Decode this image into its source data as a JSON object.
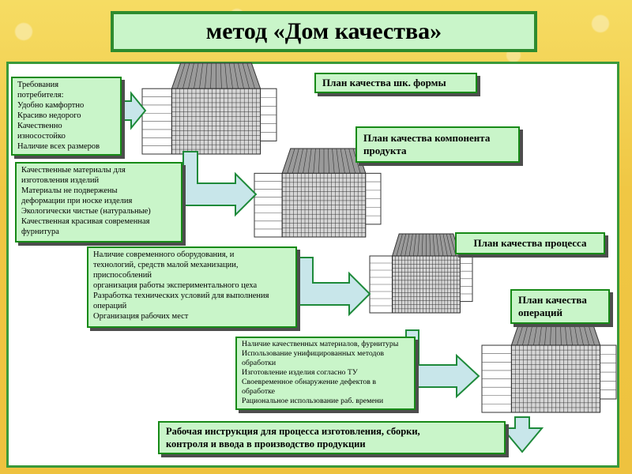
{
  "title": "метод «Дом качества»",
  "plans": [
    {
      "label": "План качества шк. формы"
    },
    {
      "label": "План качества компонента продукта"
    },
    {
      "label": "План качества процесса"
    },
    {
      "label": "План качества операций"
    }
  ],
  "requirements": [
    {
      "lines": [
        "Требования",
        "потребителя:",
        "Удобно камфортно",
        "Красиво недорого",
        "Качественно",
        "износостойко",
        "Наличие всех размеров"
      ]
    },
    {
      "lines": [
        "Качественные материалы для",
        "изготовления изделий",
        "Материалы не подвержены",
        "деформации при носке изделия",
        "Экологически чистые (натуральные)",
        "Качественная красивая современная",
        "фурнитура"
      ]
    },
    {
      "lines": [
        "Наличие современного оборудования, и",
        "технологий, средств малой механизации,",
        "приспособлений",
        " организация работы экспериментального цеха",
        "Разработка технических условий для выполнения",
        "операций",
        "Организация рабочих мест"
      ]
    },
    {
      "lines": [
        "Наличие качественных материалов, фурнитуры",
        "Использование унифицированных методов",
        "обработки",
        "Изготовление изделия согласно ТУ",
        "Своевременное обнаружение дефектов в",
        "обработке",
        "Рациональное использование раб. времени"
      ]
    }
  ],
  "bottom_text": [
    "Рабочая инструкция для процесса изготовления, сборки,",
    " контроля и ввода в производство продукции"
  ],
  "colors": {
    "box_fill": "#c9f5c9",
    "box_border": "#178a17",
    "arrow_fill": "#c8e6ea",
    "arrow_stroke": "#1e8a3a"
  }
}
